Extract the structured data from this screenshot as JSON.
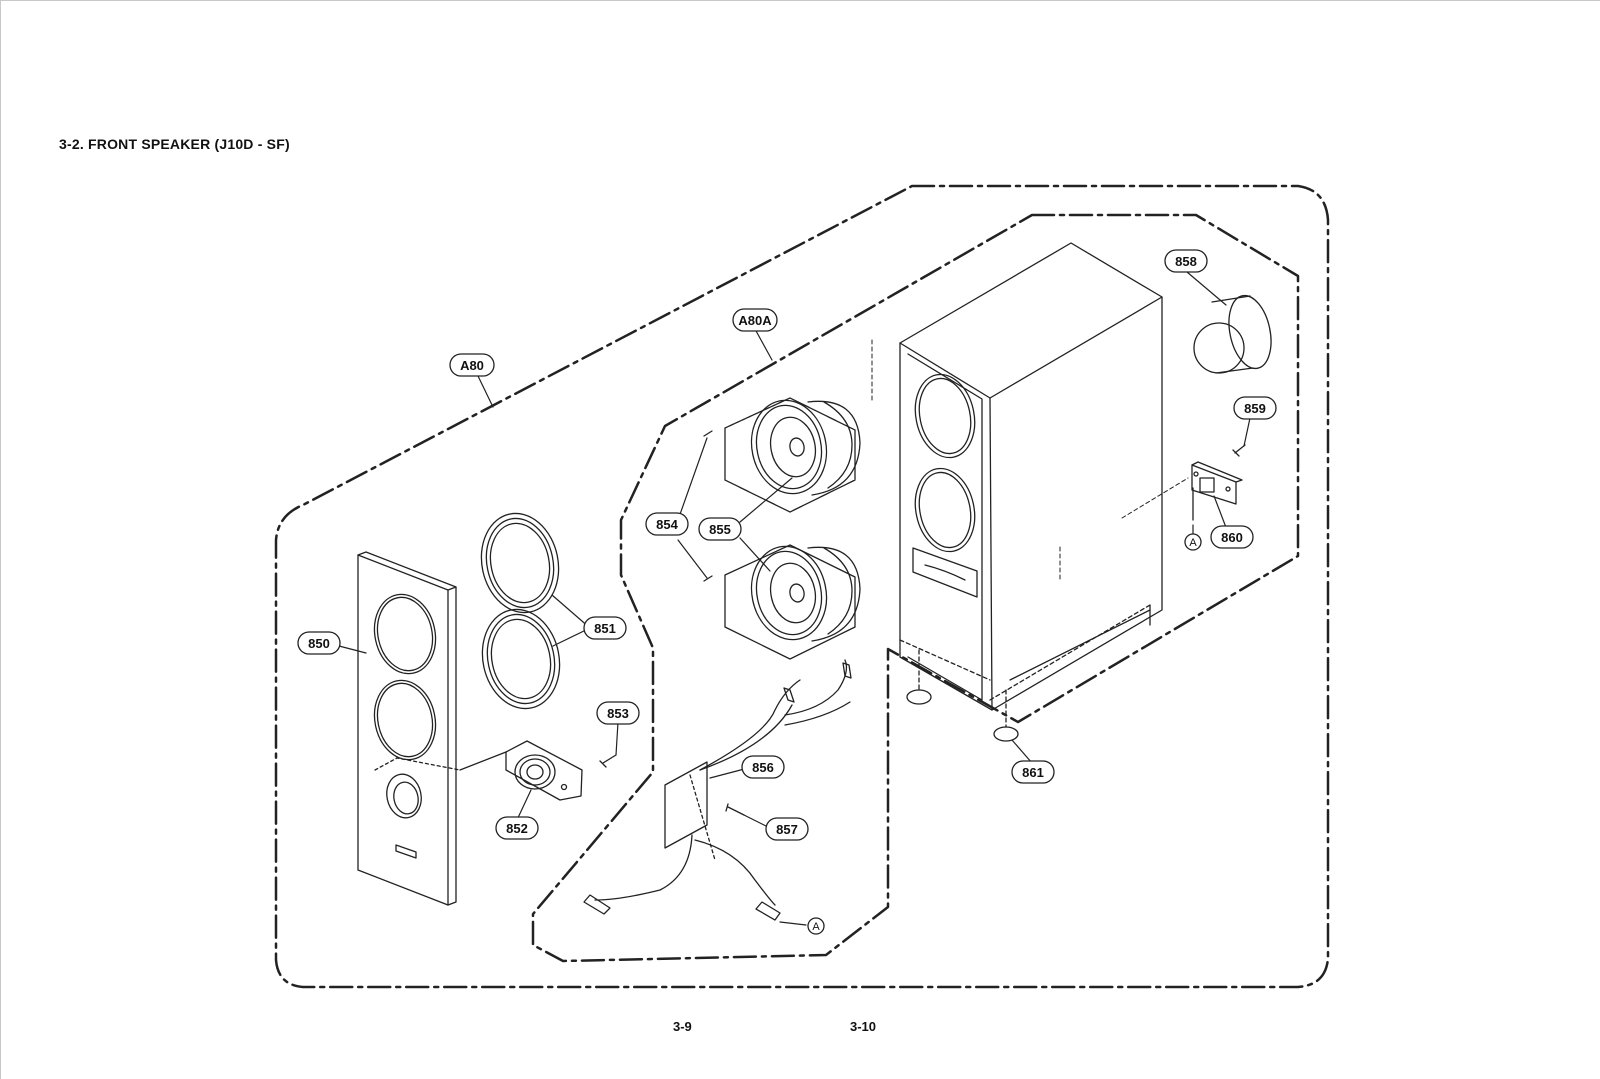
{
  "document": {
    "section_title": "3-2. FRONT SPEAKER (J10D - SF)",
    "page_left": "3-9",
    "page_right": "3-10"
  },
  "callouts": {
    "a80": "A80",
    "a80a": "A80A",
    "p850": "850",
    "p851": "851",
    "p852": "852",
    "p853": "853",
    "p854": "854",
    "p855": "855",
    "p856": "856",
    "p857": "857",
    "p858": "858",
    "p859": "859",
    "p860": "860",
    "p861": "861"
  },
  "connector_refs": {
    "ref_a": "A"
  }
}
